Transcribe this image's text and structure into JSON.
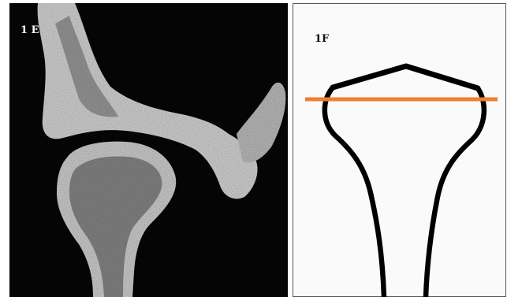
{
  "panels": [
    {
      "label": "1 E",
      "kind": "ct-scan",
      "label_color": "#ffffff"
    },
    {
      "label": "1F",
      "kind": "schematic",
      "label_color": "#111111"
    }
  ],
  "colors": {
    "ct_background": "#050505",
    "bone": "#d8d8d8",
    "schematic_background": "#fafafa",
    "outline": "#000000",
    "measure_line": "#ee7d33",
    "frame": "#555555"
  }
}
